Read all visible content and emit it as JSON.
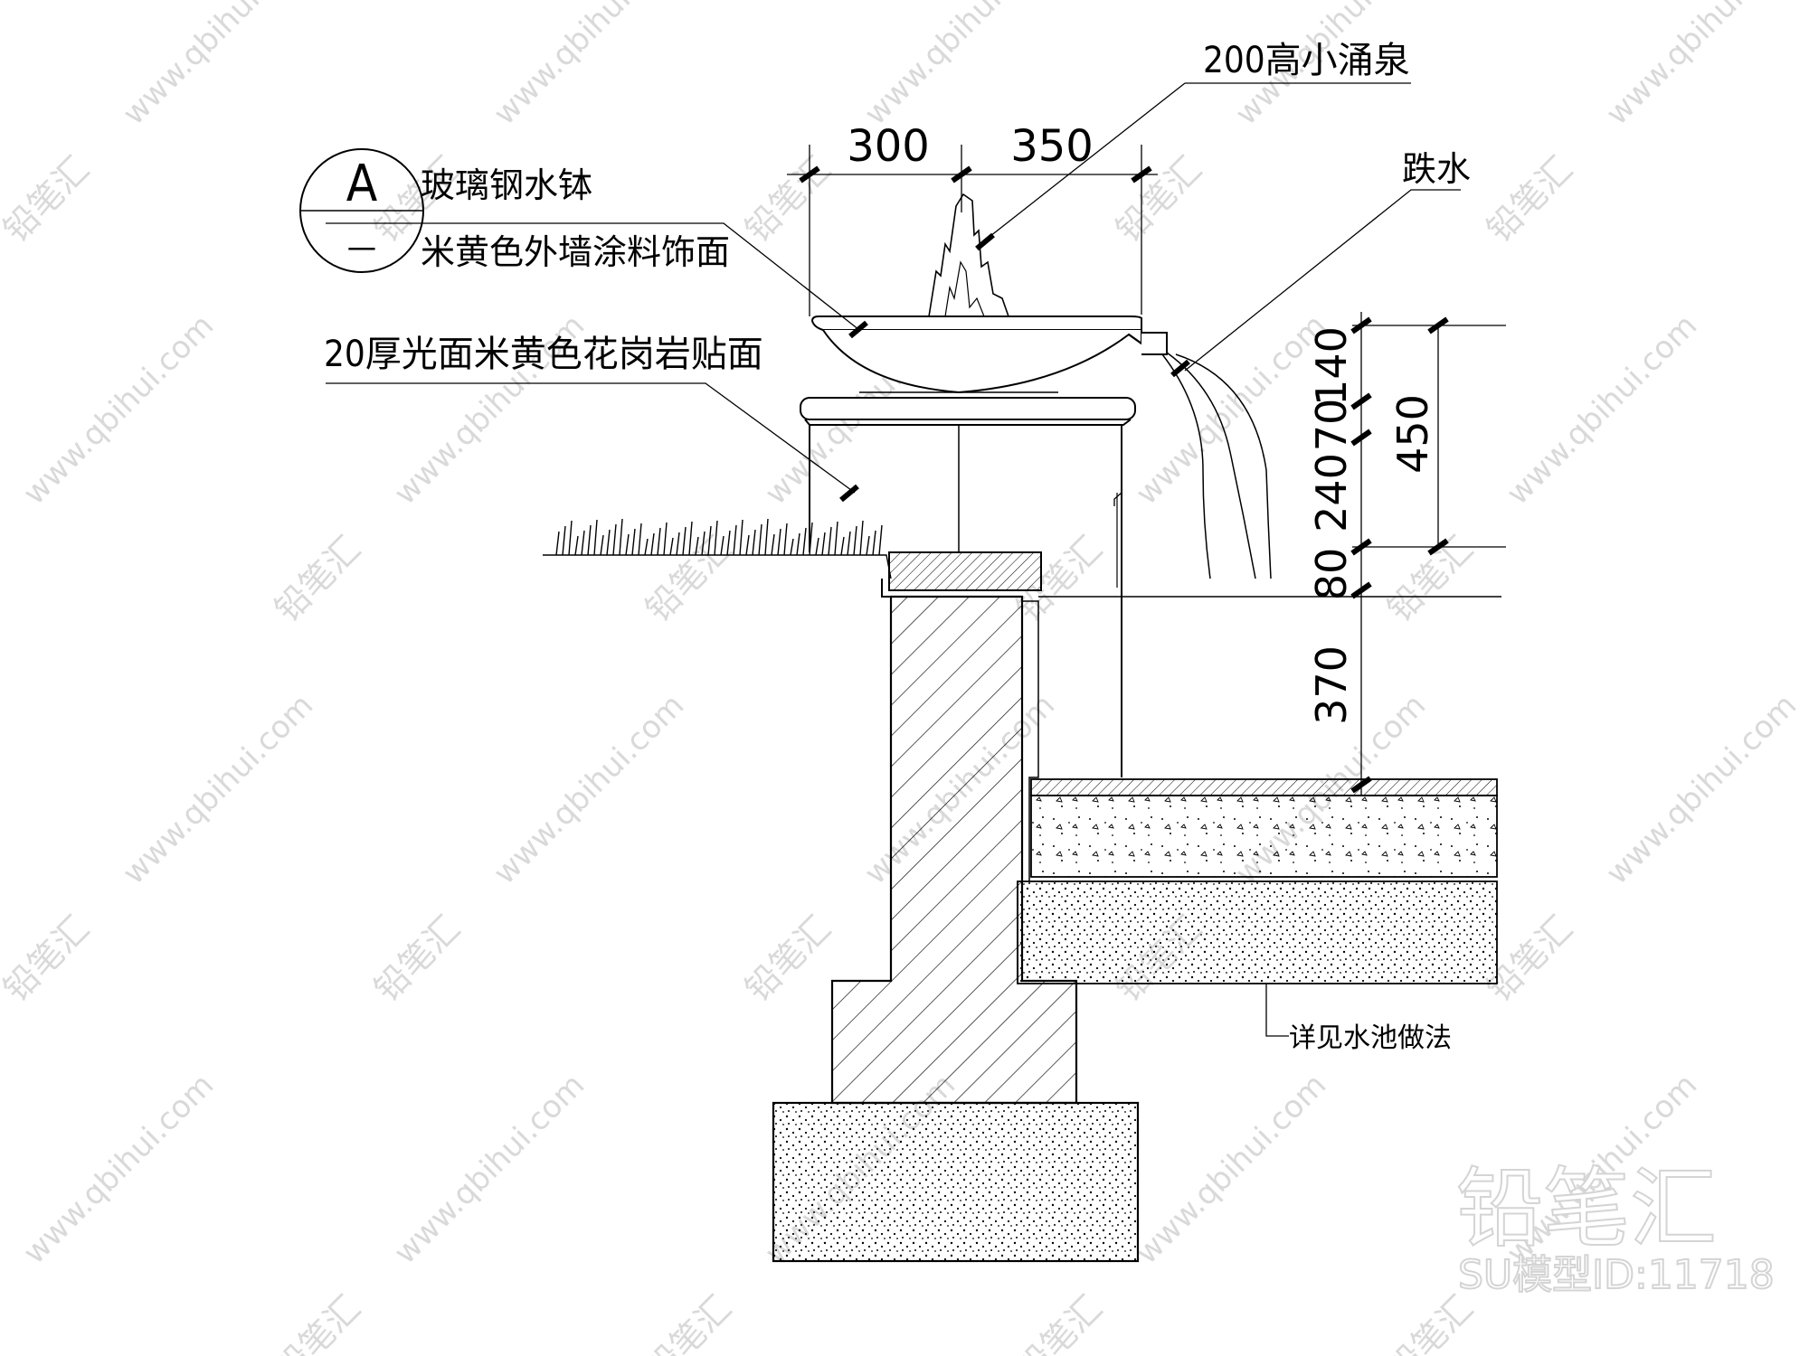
{
  "section": {
    "symbol_letter": "A",
    "symbol_sub": "—"
  },
  "labels": {
    "bowl_material": "玻璃钢水钵",
    "bowl_finish": "米黄色外墙涂料饰面",
    "granite": "20厚光面米黄色花岗岩贴面",
    "fountain": "200高小涌泉",
    "cascade": "跌水",
    "pool_ref": "详见水池做法"
  },
  "dimensions": {
    "top_left": "300",
    "top_right": "350",
    "v_140": "140",
    "v_70": "70",
    "v_240": "240",
    "v_80": "80",
    "v_370": "370",
    "v_450": "450"
  },
  "watermark": {
    "url": "www.qbihui.com",
    "mark": "铅笔汇",
    "brand": "铅笔汇",
    "model_id": "SU模型ID:11718"
  }
}
